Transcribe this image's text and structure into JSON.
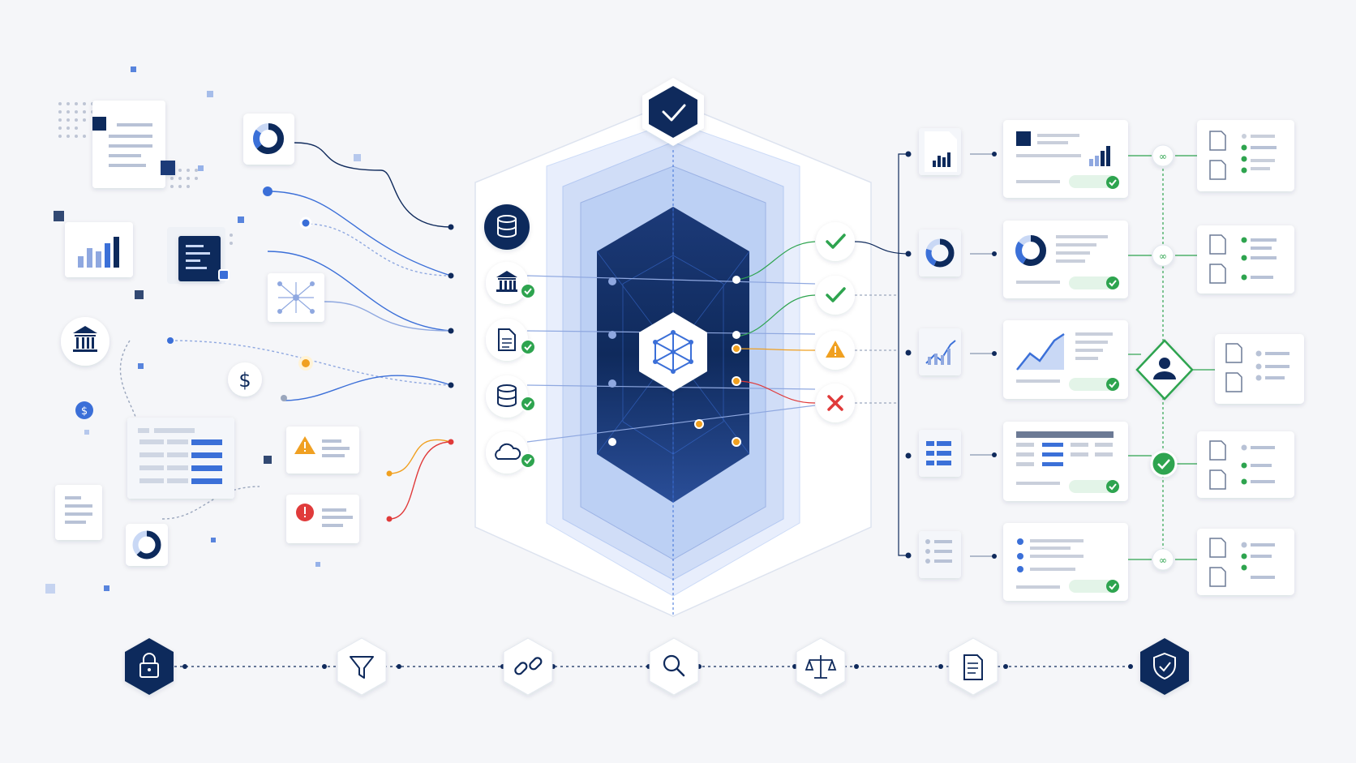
{
  "colors": {
    "navy": "#0f2a5c",
    "blue": "#3b6fd8",
    "light_blue": "#c9d8f5",
    "green": "#2ea44f",
    "orange": "#f0a020",
    "red": "#e03a3a",
    "card": "#ffffff",
    "line_gray": "#8896b0"
  },
  "icons": {
    "top_validation": "shield-check-icon",
    "core": "network-hexagon-icon",
    "bottom_flow": [
      "lock-icon",
      "filter-icon",
      "link-icon",
      "search-icon",
      "balance-scale-icon",
      "document-icon",
      "shield-check-icon"
    ],
    "sources": [
      "database-icon",
      "bank-icon",
      "document-icon",
      "database-icon",
      "cloud-icon"
    ],
    "status": [
      "check-icon",
      "check-icon",
      "warning-icon",
      "error-icon"
    ],
    "left_inputs": [
      "document-icon",
      "donut-chart-icon",
      "bar-chart-icon",
      "code-document-icon",
      "network-icon",
      "bank-icon",
      "dollar-icon",
      "alert-icon",
      "spreadsheet-icon",
      "warning-icon",
      "error-icon",
      "document-icon",
      "donut-chart-icon"
    ],
    "right_reports": [
      "bar-chart-icon",
      "donut-chart-icon",
      "line-chart-icon",
      "table-icon",
      "list-icon"
    ],
    "output_hub": "user-icon"
  },
  "status_states": [
    "ok",
    "ok",
    "warning",
    "error"
  ]
}
